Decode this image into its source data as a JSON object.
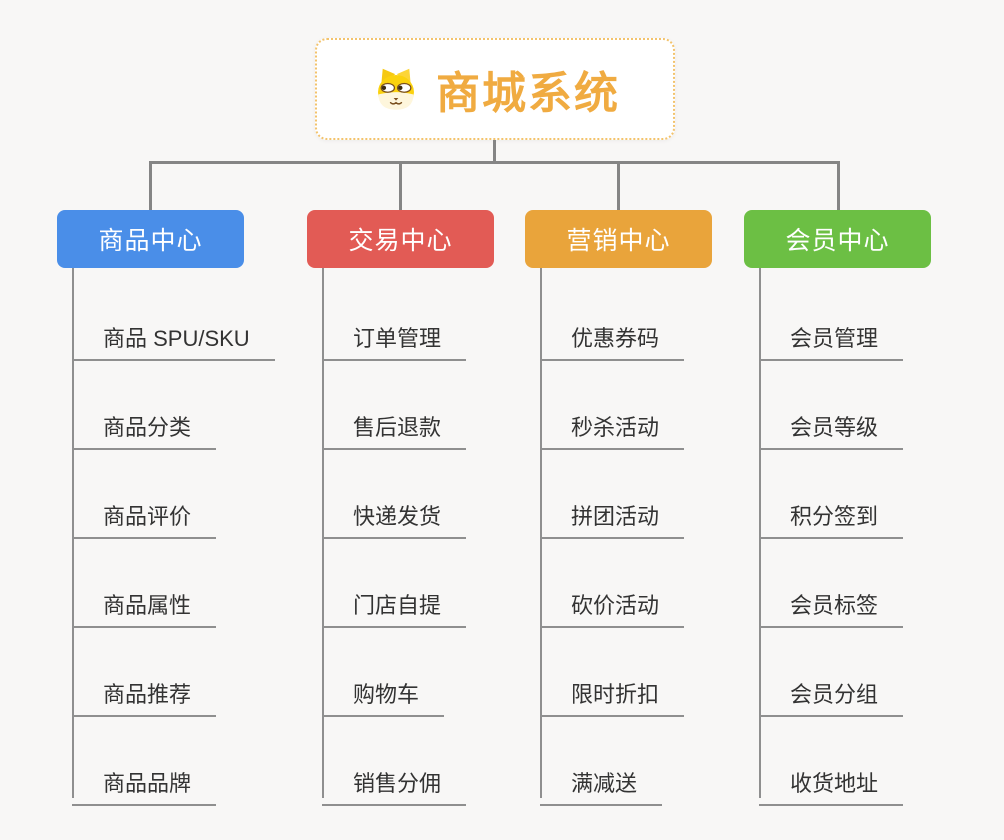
{
  "page": {
    "background_color": "#f8f7f6",
    "connector_color": "#858585",
    "leaf_line_color": "#8f8f8f",
    "leaf_text_color": "#333333"
  },
  "root": {
    "title": "商城系统",
    "icon": "dog-face-icon",
    "accent_color": "#f0ab41",
    "border_color": "#f3c36c"
  },
  "branches": [
    {
      "label": "商品中心",
      "color": "#4a8ee8",
      "children": [
        "商品 SPU/SKU",
        "商品分类",
        "商品评价",
        "商品属性",
        "商品推荐",
        "商品品牌"
      ]
    },
    {
      "label": "交易中心",
      "color": "#e25b55",
      "children": [
        "订单管理",
        "售后退款",
        "快递发货",
        "门店自提",
        "购物车",
        "销售分佣"
      ]
    },
    {
      "label": "营销中心",
      "color": "#e9a43b",
      "children": [
        "优惠券码",
        "秒杀活动",
        "拼团活动",
        "砍价活动",
        "限时折扣",
        "满减送"
      ]
    },
    {
      "label": "会员中心",
      "color": "#6cbf44",
      "children": [
        "会员管理",
        "会员等级",
        "积分签到",
        "会员标签",
        "会员分组",
        "收货地址"
      ]
    }
  ]
}
